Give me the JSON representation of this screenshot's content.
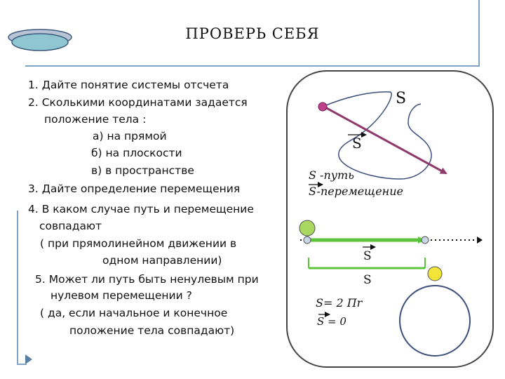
{
  "title": "ПРОВЕРЬ  СЕБЯ",
  "questions": [
    "1.  Дайте понятие системы отсчета",
    "2. Сколькими координатами задается",
    "положение тела :",
    "а) на прямой",
    "б) на плоскости",
    "в) в пространстве",
    "3.  Дайте определение перемещения",
    "4.  В каком случае путь и перемещение",
    "совпадают",
    "( при прямолинейном движении в",
    "одном направлении)",
    "5. Может ли путь быть ненулевым при",
    "нулевом перемещении ?",
    "( да,  если начальное и конечное",
    "положение тела совпадают)"
  ],
  "diagram": {
    "s_path_label": "S",
    "s_vector_label": "S",
    "legend_path": "S -путь",
    "legend_displacement": "S-перемещение",
    "line_vector_label": "S",
    "line_path_label": "S",
    "circle_formula": "S= 2 Пr",
    "circle_zero": "S = 0"
  },
  "colors": {
    "frame": "#7fa3c4",
    "ellipse_fill": "#8fc6d2",
    "displacement_arrow": "#8e3a6a",
    "point_magenta": "#c0408a",
    "green_line": "#5cc43a",
    "ball_green": "#a8d860",
    "ball_yellow": "#f3e43a"
  }
}
